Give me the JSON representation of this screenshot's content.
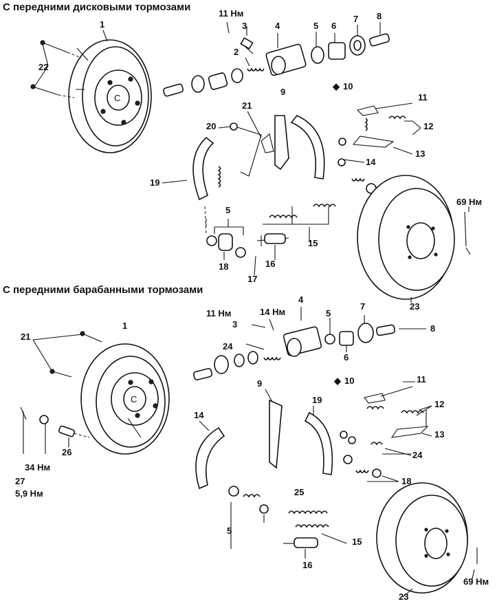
{
  "sections": {
    "top": {
      "heading": "С передними дисковыми тормозами",
      "labels": {
        "l1": "1",
        "l2": "2",
        "l3": "3",
        "torque_3": "11 Нм",
        "l4": "4",
        "l5a": "5",
        "l6": "6",
        "l7": "7",
        "l8": "8",
        "l9": "9",
        "l10": "10",
        "l11": "11",
        "l12": "12",
        "l13": "13",
        "l14": "14",
        "l15": "15",
        "l16": "16",
        "l17": "17",
        "l18": "18",
        "l19": "19",
        "l20": "20",
        "l21": "21",
        "l22": "22",
        "l23": "23",
        "l5b": "5",
        "torque_drum": "69 Нм"
      }
    },
    "bottom": {
      "heading": "С передними барабанными тормозами",
      "labels": {
        "l1": "1",
        "l3": "3",
        "torque_3": "11 Нм",
        "torque_14": "14 Нм",
        "l4": "4",
        "l5a": "5",
        "l6": "6",
        "l7": "7",
        "l8": "8",
        "l9": "9",
        "l10": "10",
        "l11": "11",
        "l12": "12",
        "l13": "13",
        "l14": "14",
        "l15": "15",
        "l16": "16",
        "l18": "18",
        "l19": "19",
        "l21": "21",
        "l23": "23",
        "l24a": "24",
        "l24b": "24",
        "l25": "25",
        "l26": "26",
        "l27": "27",
        "torque_27": "5,9 Нм",
        "torque_34": "34 Нм",
        "l5b": "5",
        "torque_drum": "69 Нм"
      }
    }
  },
  "symbols": {
    "diamond": "◆"
  }
}
